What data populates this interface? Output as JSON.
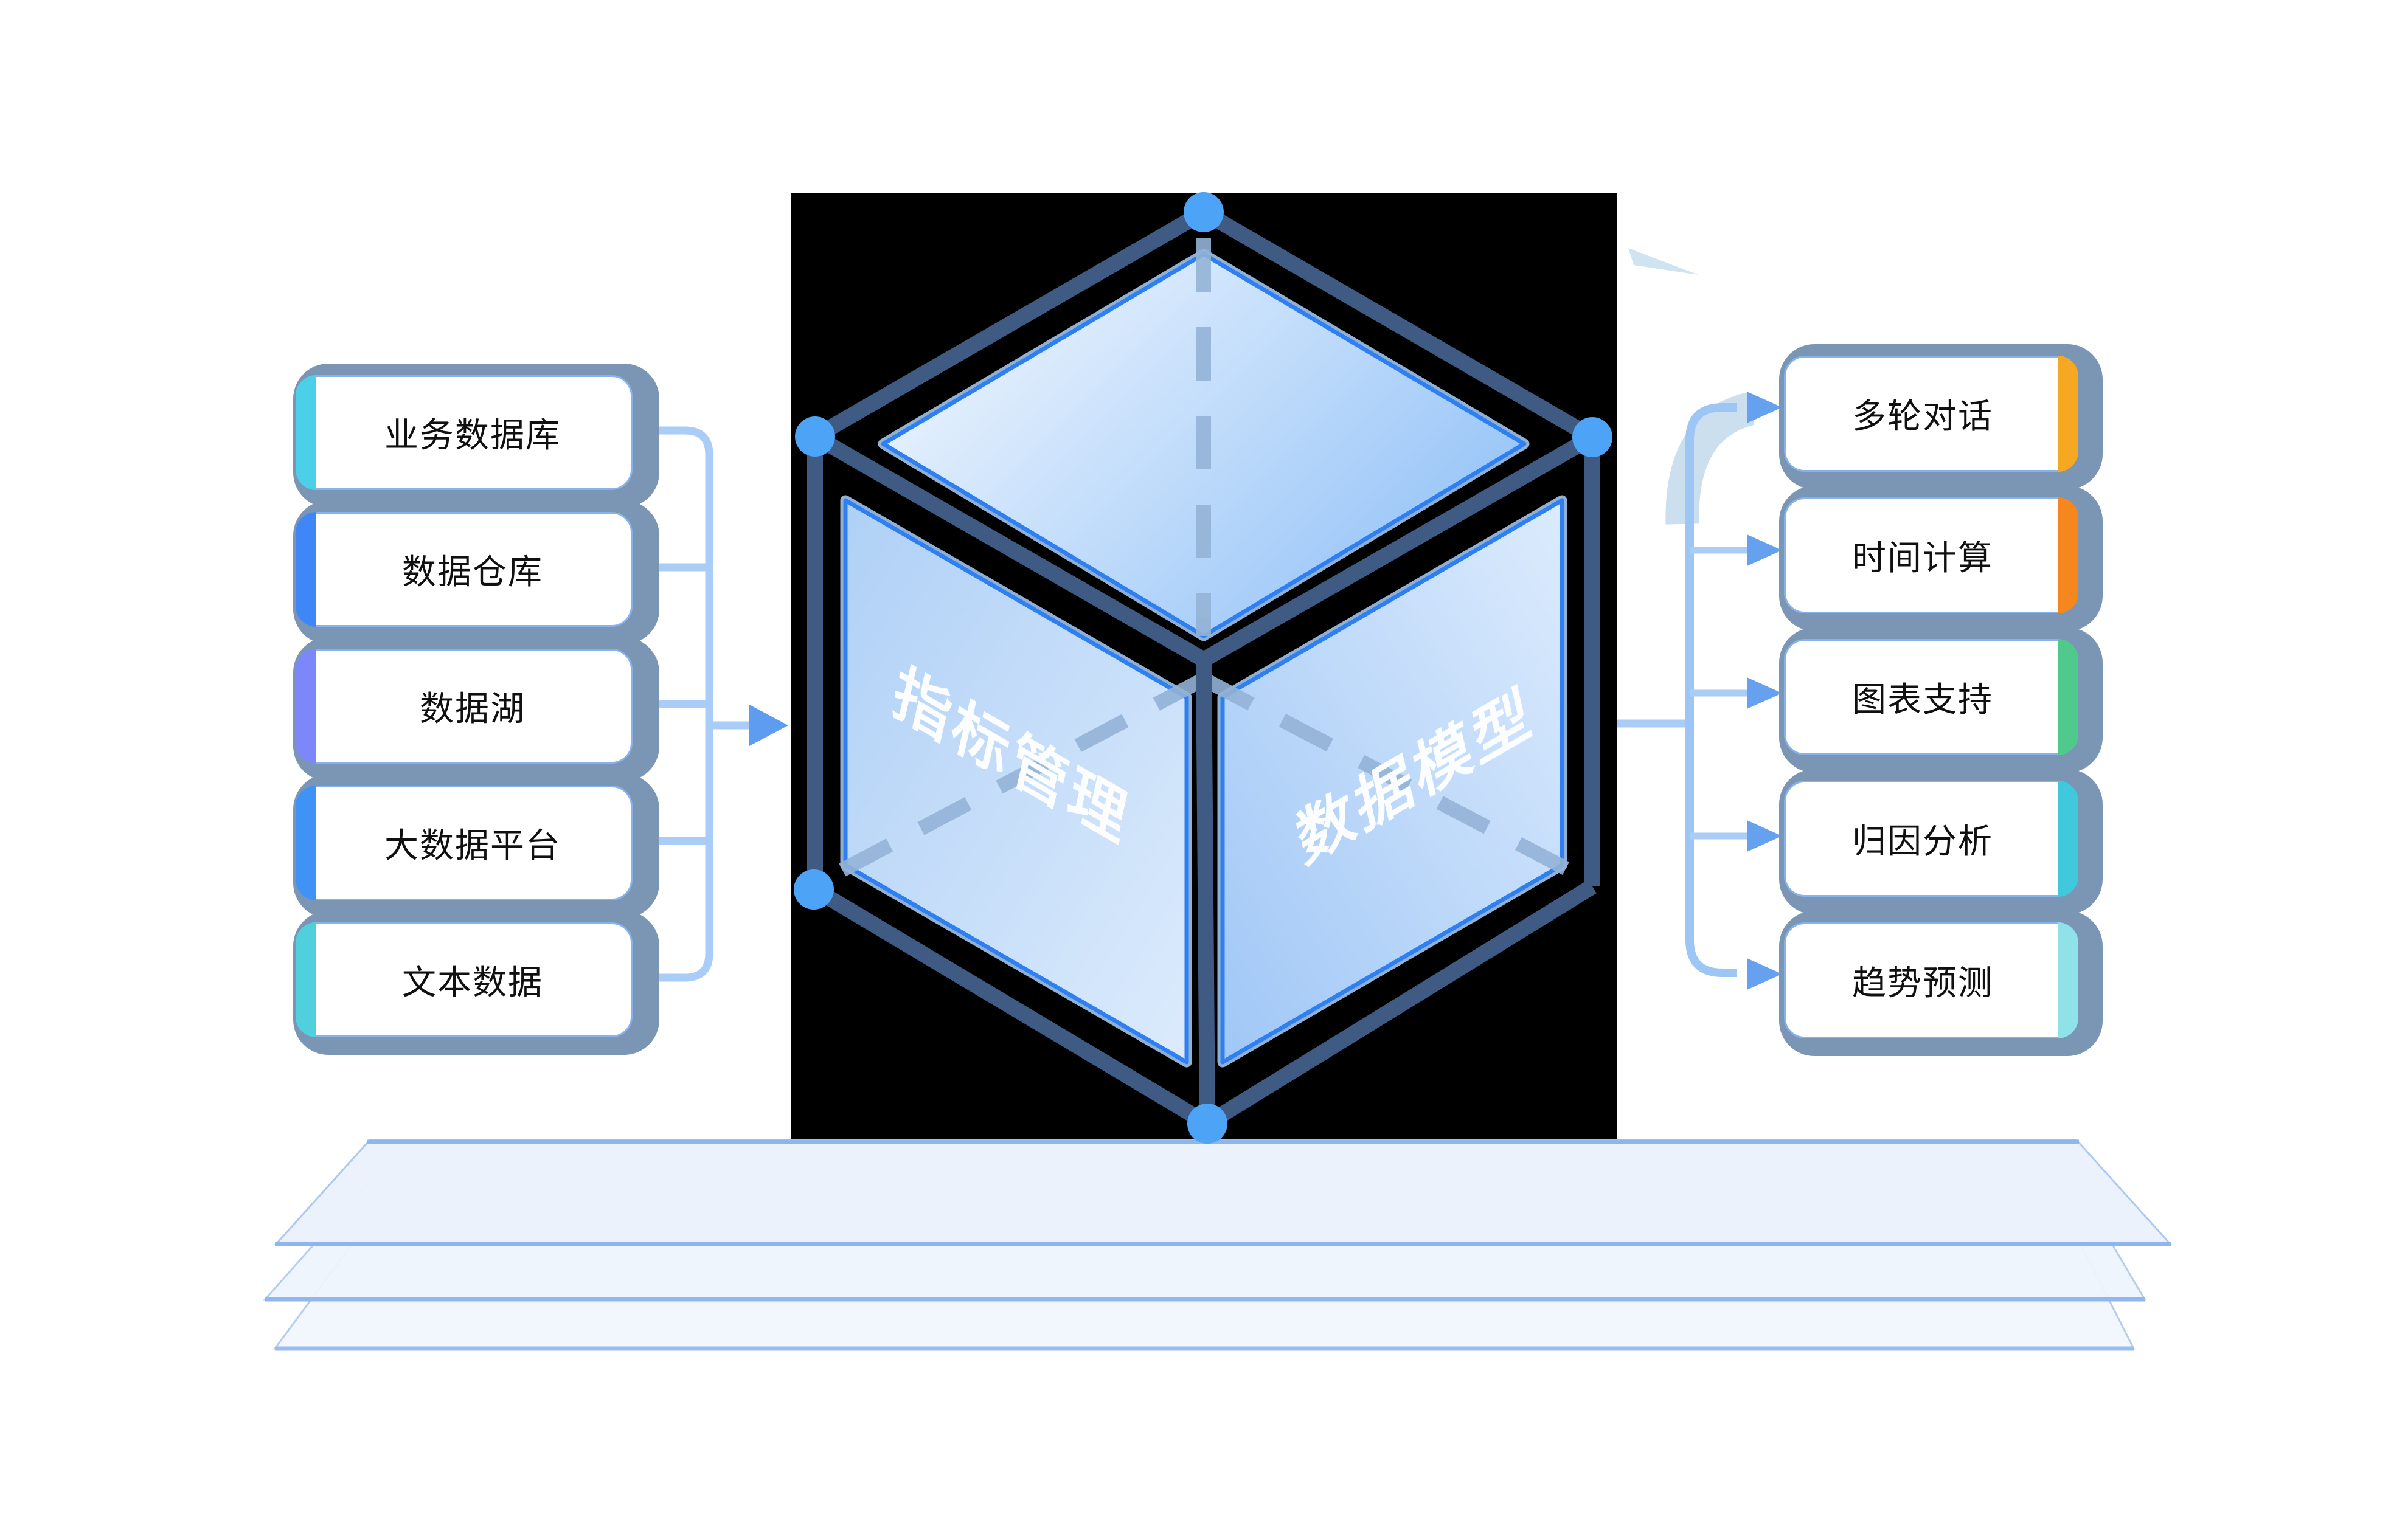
{
  "diagram": {
    "title_hidden": "",
    "sources": {
      "items": [
        {
          "label": "业务数据库",
          "accent": "#4CCFE8"
        },
        {
          "label": "数据仓库",
          "accent": "#3F86F6"
        },
        {
          "label": "数据湖",
          "accent": "#7C88FA"
        },
        {
          "label": "大数据平台",
          "accent": "#3F93F6"
        },
        {
          "label": "文本数据",
          "accent": "#4FD0DC"
        }
      ]
    },
    "cube": {
      "left_face_label": "指标管理",
      "right_face_label": "数据模型"
    },
    "capabilities": {
      "items": [
        {
          "label": "多轮对话",
          "accent": "#F7A823"
        },
        {
          "label": "时间计算",
          "accent": "#F6871D"
        },
        {
          "label": "图表支持",
          "accent": "#4FC98C"
        },
        {
          "label": "归因分析",
          "accent": "#40C8DC"
        },
        {
          "label": "趋势预测",
          "accent": "#8FE3E8"
        }
      ]
    },
    "colors": {
      "box_border": "#86B3EE",
      "box_shadow_slab": "#7B95B4",
      "connector_line": "#A9CDF6",
      "arrowhead": "#5E9CEF",
      "cube_frame": "#3F5B84",
      "cube_vertex_dot": "#4DA3F5",
      "cube_face_border": "#2E7FF2",
      "hidden_edge_dash": "#93B2D6",
      "platform_edge": "#8FB5EE",
      "platform_fill": "#EDF3FC",
      "cube_backdrop": "#000000",
      "swoosh": "#CFE3F0"
    }
  }
}
